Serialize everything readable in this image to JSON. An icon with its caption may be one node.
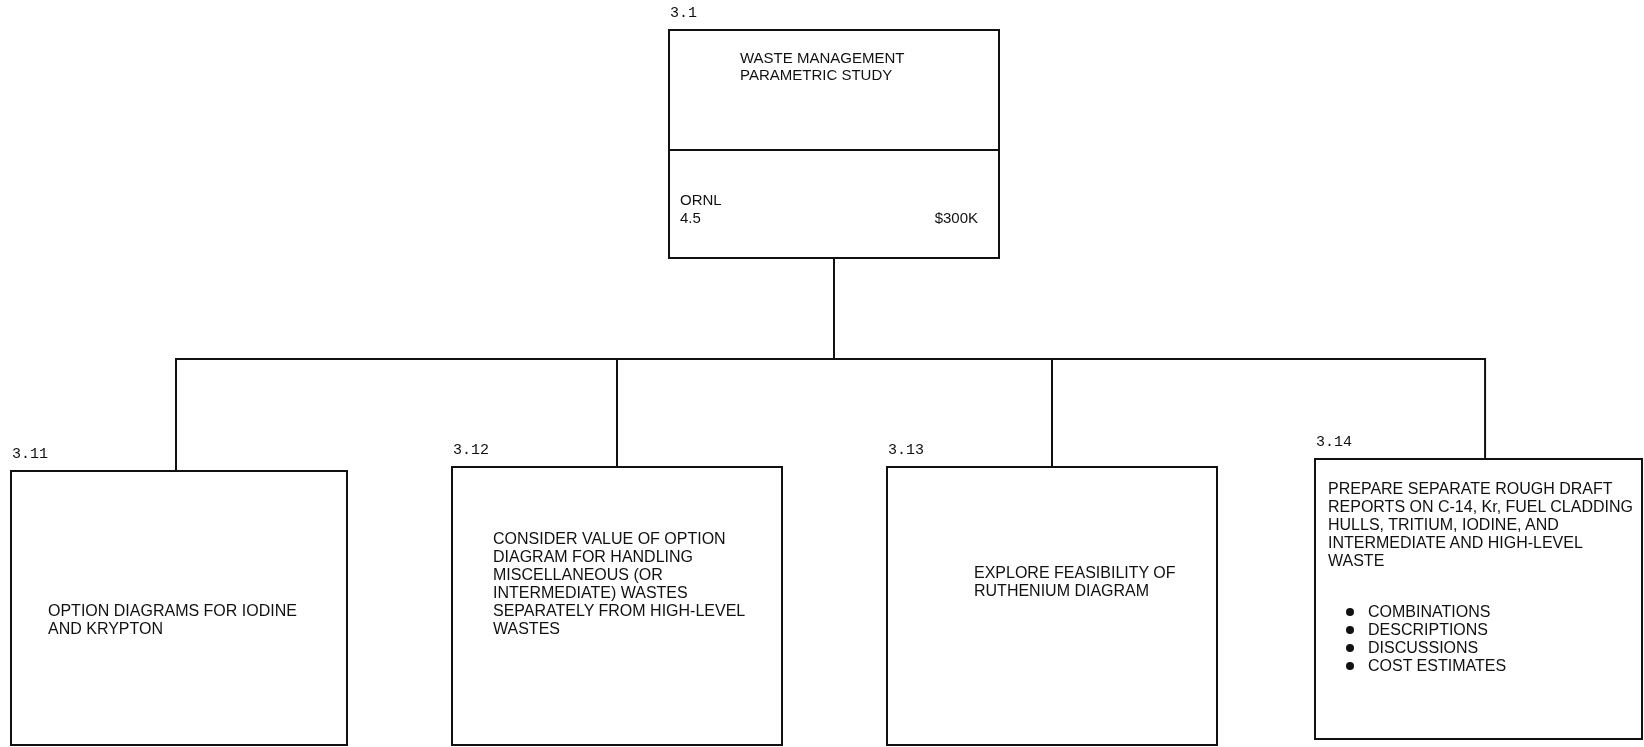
{
  "diagram": {
    "nodes": [
      {
        "text": [
          "WASTE MANAGEMENT PARAMETRIC STUDY",
          "ORNL",
          "4.5",
          "$300K"
        ],
        "beside": [
          "3.1"
        ]
      },
      {
        "text": [
          "OPTION DIAGRAMS FOR IODINE AND KRYPTON"
        ],
        "beside": [
          "3.11"
        ]
      },
      {
        "text": [
          "CONSIDER VALUE OF OPTION DIAGRAM FOR HANDLING MISCELLANEOUS (OR INTERMEDIATE) WASTES SEPARATELY FROM HIGH-LEVEL WASTES"
        ],
        "beside": [
          "3.12"
        ]
      },
      {
        "text": [
          "EXPLORE FEASIBILITY OF RUTHENIUM DIAGRAM"
        ],
        "beside": [
          "3.13"
        ]
      },
      {
        "text": [
          "PREPARE SEPARATE ROUGH DRAFT REPORTS ON C-14, Kr, FUEL CLADDING HULLS, TRITIUM, IODINE, AND INTERMEDIATE AND HIGH-LEVEL WASTE",
          "COMBINATIONS",
          "DESCRIPTIONS",
          "DISCUSSIONS",
          "COST ESTIMATES"
        ],
        "beside": [
          "3.14"
        ]
      }
    ],
    "edges": [
      {
        "from": 0,
        "to": 1,
        "arrow": "none"
      },
      {
        "from": 0,
        "to": 2,
        "arrow": "none"
      },
      {
        "from": 0,
        "to": 3,
        "arrow": "none"
      },
      {
        "from": 0,
        "to": 4,
        "arrow": "none"
      }
    ]
  }
}
